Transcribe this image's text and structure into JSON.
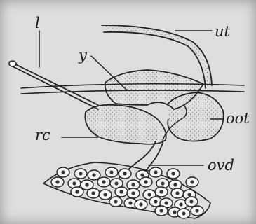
{
  "labels": {
    "l": "l",
    "y": "y",
    "ut": "ut",
    "oot": "oot",
    "rc": "rc",
    "ovd": "ovd"
  },
  "colors": {
    "paper": "#dedede",
    "ink": "#222222",
    "stipple": "#6a6a6a"
  }
}
